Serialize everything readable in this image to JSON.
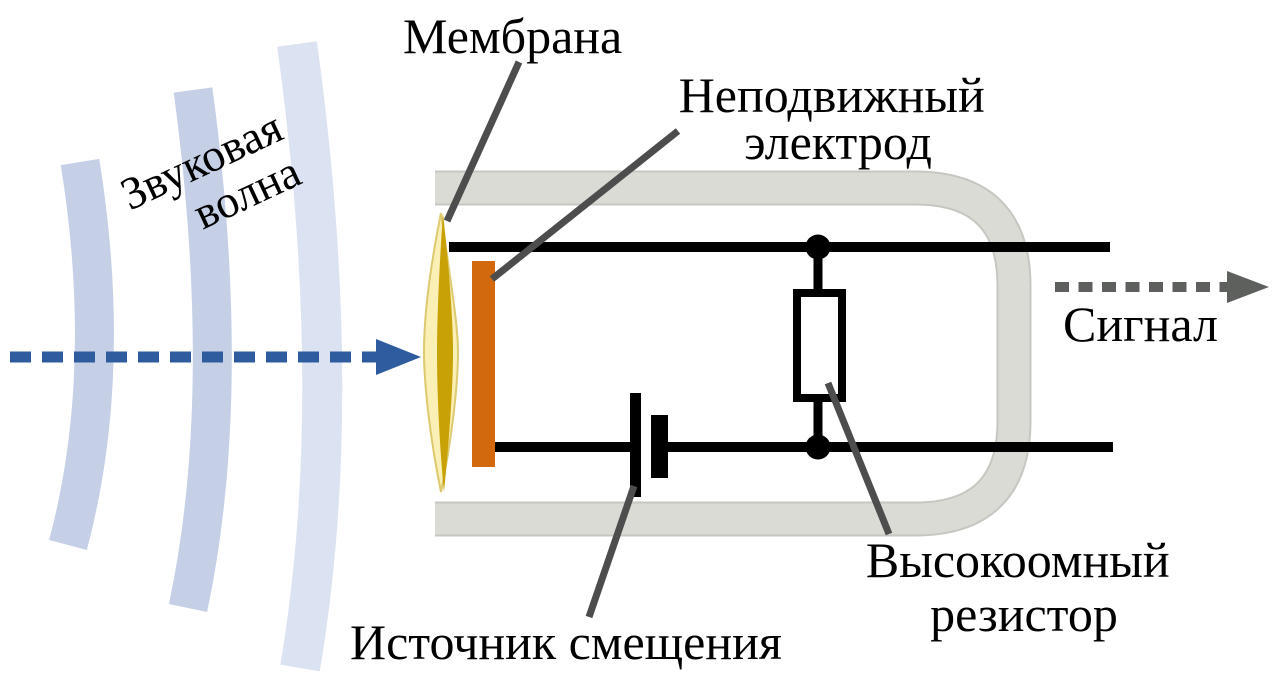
{
  "labels": {
    "sound_wave_line1": "Звуковая",
    "sound_wave_line2": "волна",
    "membrane": "Мембрана",
    "fixed_electrode_line1": "Неподвижный",
    "fixed_electrode_line2": "электрод",
    "signal": "Сигнал",
    "resistor_line1": "Высокоомный",
    "resistor_line2": "резистор",
    "bias_source": "Источник смещения"
  },
  "colors": {
    "wave-band": "#c5d0e6",
    "wave-band-light": "#dbe2f1",
    "sound-arrow": "#2e5c9e",
    "signal-arrow": "#5d605d",
    "leader-line": "#4d4d4d",
    "body-fill": "#dadbd5",
    "body-edge": "#c6c7c0",
    "membrane-gold": "#c7a106",
    "membrane-pale": "#faf0b5",
    "membrane-edge": "#dcc970",
    "electrode-orange": "#d2690e",
    "wire-black": "#000000",
    "text-black": "#000000"
  }
}
